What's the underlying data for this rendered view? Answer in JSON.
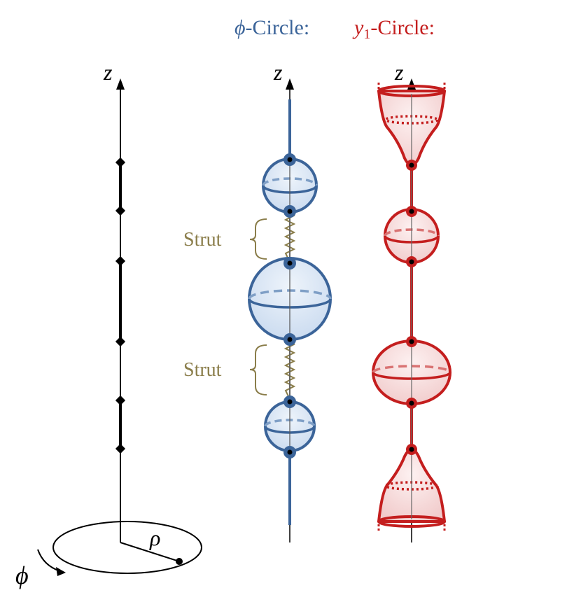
{
  "header": {
    "phi_symbol": "ϕ",
    "phi_suffix": "-Circle:",
    "y_symbol": "y",
    "y_subscript": "1",
    "y_suffix": "-Circle:"
  },
  "axes": {
    "z_label": "z",
    "rho_label": "ρ",
    "phi_label": "ϕ"
  },
  "struts": {
    "upper_label": "Strut",
    "lower_label": "Strut"
  },
  "colors": {
    "phi_blue": "#3b6499",
    "phi_fill": "#dbe7f5",
    "y_red": "#c41e1e",
    "y_fill": "#f7dede",
    "strut": "#8a7d4a",
    "ink": "#000000"
  }
}
